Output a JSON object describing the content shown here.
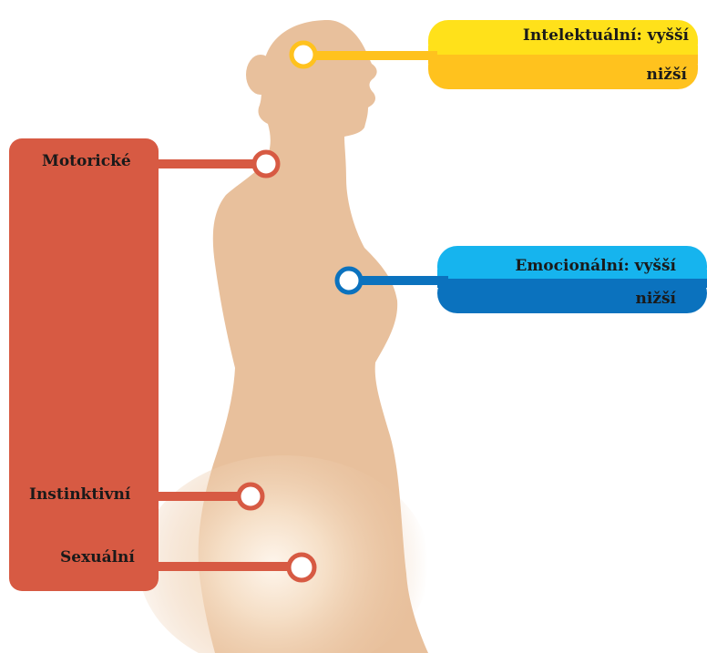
{
  "centers": {
    "motoricke": "Motorické",
    "instinktivni": "Instinktivní",
    "sexualni": "Sexuální",
    "intelektualni_vyssi": "Intelektuální: vyšší",
    "intelektualni_nizsi": "nižší",
    "emocionalni_vyssi": "Emocionální: vyšší",
    "emocionalni_nizsi": "nižší"
  },
  "colors": {
    "body": "#E8C09C",
    "body_glow": "#FFF6EC",
    "red": "#D75A43",
    "yellow_light": "#FFE11A",
    "yellow_dark": "#FFC21E",
    "blue_light": "#16B4EE",
    "blue_dark": "#0B72BE"
  }
}
